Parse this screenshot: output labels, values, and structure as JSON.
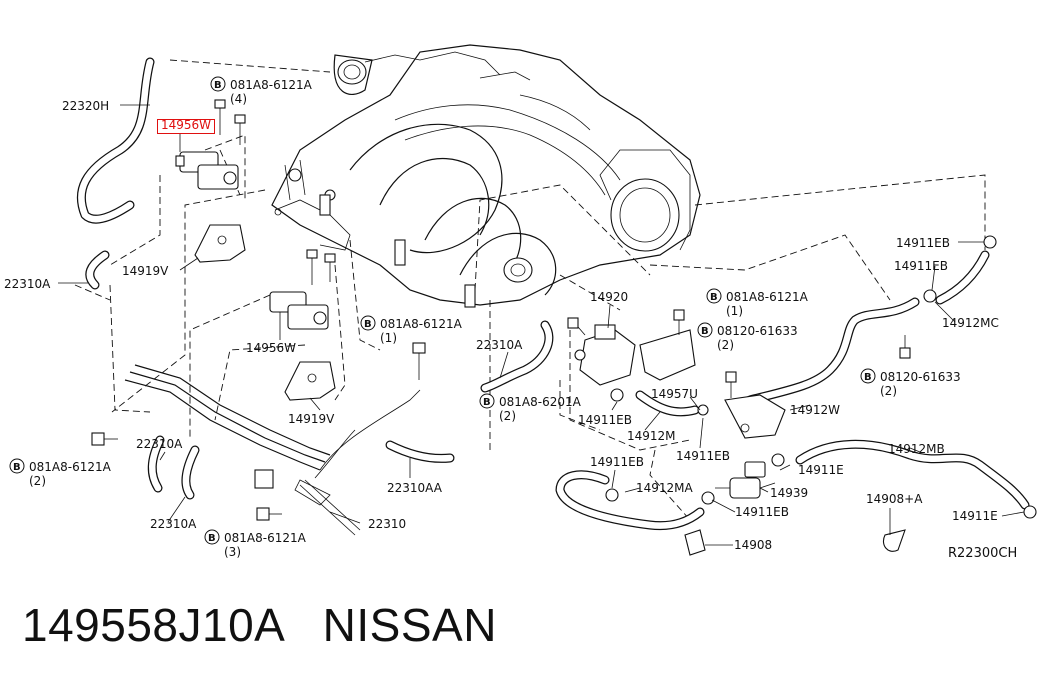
{
  "caption": {
    "part_number": "149558J10A",
    "brand": "NISSAN"
  },
  "highlight": {
    "label": "14956W",
    "color": "#e01010"
  },
  "diagram_code": "R22300CH",
  "part_labels": [
    "22320H",
    "14919V",
    "22310A",
    "14956W",
    "14919V",
    "22310A",
    "22310A",
    "22310",
    "22310AA",
    "22310A",
    "14920",
    "14911EB",
    "14912M",
    "14957U",
    "14911EB",
    "14912W",
    "14911EB",
    "14911EB",
    "14912MC",
    "14911EB",
    "14912MA",
    "14911E",
    "14939",
    "14911EB",
    "14908",
    "14912MB",
    "14908+A",
    "14911E"
  ],
  "bolt_callouts": [
    {
      "symbol": "B",
      "code": "081A8-6121A",
      "qty": "(4)"
    },
    {
      "symbol": "B",
      "code": "081A8-6121A",
      "qty": "(1)"
    },
    {
      "symbol": "B",
      "code": "081A8-6121A",
      "qty": "(1)"
    },
    {
      "symbol": "B",
      "code": "08120-61633",
      "qty": "(2)"
    },
    {
      "symbol": "B",
      "code": "08120-61633",
      "qty": "(2)"
    },
    {
      "symbol": "B",
      "code": "081A8-6201A",
      "qty": "(2)"
    },
    {
      "symbol": "B",
      "code": "081A8-6121A",
      "qty": "(2)"
    },
    {
      "symbol": "B",
      "code": "081A8-6121A",
      "qty": "(3)"
    }
  ]
}
